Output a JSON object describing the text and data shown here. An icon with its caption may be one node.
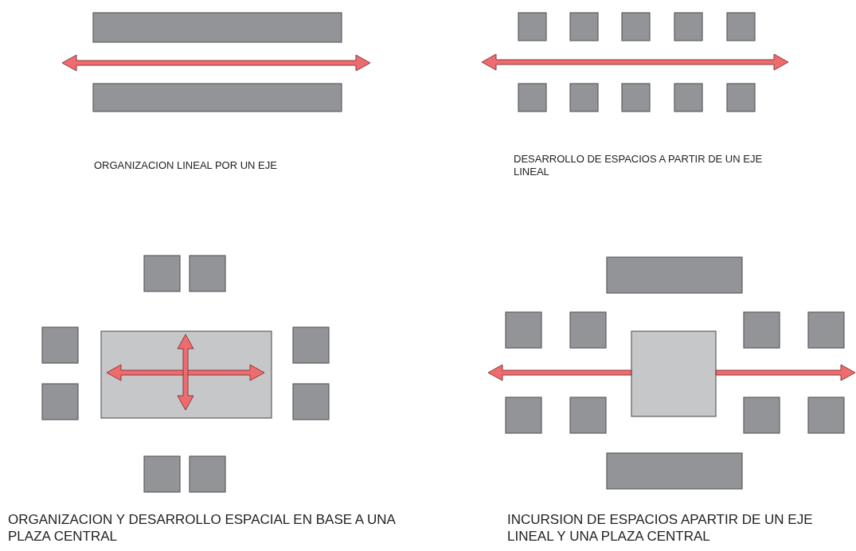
{
  "diagram": {
    "labels": [
      "ORGANIZACION LINEAL POR UN EJE",
      "DESARROLLO DE ESPACIOS A PARTIR DE UN EJE LINEAL",
      "ORGANIZACION Y DESARROLLO ESPACIAL EN BASE A UNA PLAZA CENTRAL",
      "INCURSION DE ESPACIOS APARTIR DE UN EJE LINEAL Y UNA PLAZA CENTRAL"
    ]
  }
}
